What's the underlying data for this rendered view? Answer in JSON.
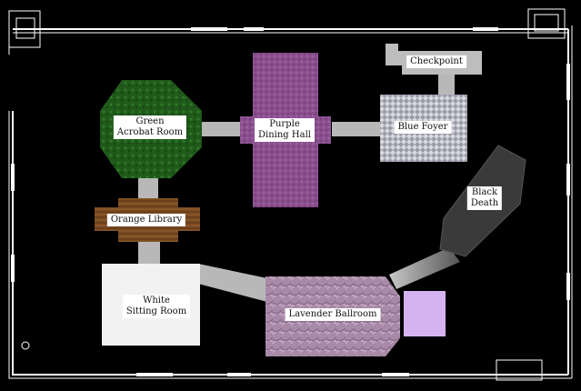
{
  "map": {
    "rooms": [
      {
        "id": "green-acrobat-room",
        "label": "Green\nAcrobat Room",
        "color": "#1f5a1a"
      },
      {
        "id": "purple-dining-hall",
        "label": "Purple\nDining Hall",
        "color": "#8a4f8e"
      },
      {
        "id": "blue-foyer",
        "label": "Blue Foyer",
        "color": "#c8c8d2"
      },
      {
        "id": "checkpoint",
        "label": "Checkpoint",
        "color": "#bdbdbd"
      },
      {
        "id": "orange-library",
        "label": "Orange Library",
        "color": "#7a4a22"
      },
      {
        "id": "black-death",
        "label": "Black\nDeath",
        "color": "#3a3a3a"
      },
      {
        "id": "white-sitting-room",
        "label": "White\nSitting Room",
        "color": "#f2f2f2"
      },
      {
        "id": "lavender-ballroom",
        "label": "Lavender Ballroom",
        "color": "#a88aa8"
      }
    ],
    "colors": {
      "background": "#000000",
      "outline": "#ffffff",
      "corridor": "#b8b8b8",
      "violet_room": "#d4b3f0"
    }
  }
}
